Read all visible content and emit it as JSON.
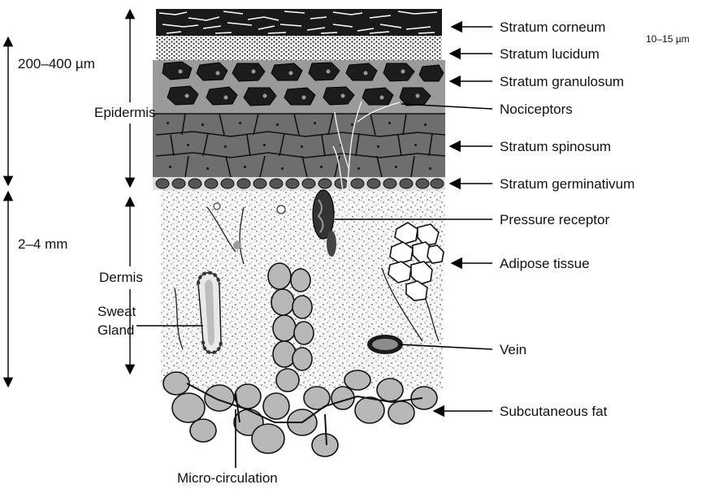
{
  "labels": {
    "stratum_corneum": "Stratum corneum",
    "thickness_corneum": "10–15 µm",
    "stratum_lucidum": "Stratum lucidum",
    "stratum_granulosum": "Stratum granulosum",
    "nociceptors": "Nociceptors",
    "stratum_spinosum": "Stratum spinosum",
    "stratum_germinativum": "Stratum germinativum",
    "pressure_receptor": "Pressure receptor",
    "adipose_tissue": "Adipose tissue",
    "vein": "Vein",
    "subcutaneous_fat": "Subcutaneous fat",
    "micro_circulation": "Micro-circulation",
    "epidermis": "Epidermis",
    "dermis": "Dermis",
    "sweat_gland_line1": "Sweat",
    "sweat_gland_line2": "Gland"
  },
  "dimensions": {
    "epidermis_thickness": "200–400 µm",
    "dermis_thickness": "2–4 mm"
  },
  "colors": {
    "ink": "#000000",
    "spinosum_cell": "#6e6e6e",
    "granulosum_cell": "#1c1c1c",
    "fat_cell": "#b8b8b8",
    "dermis_bg": "#f4f4f4"
  }
}
